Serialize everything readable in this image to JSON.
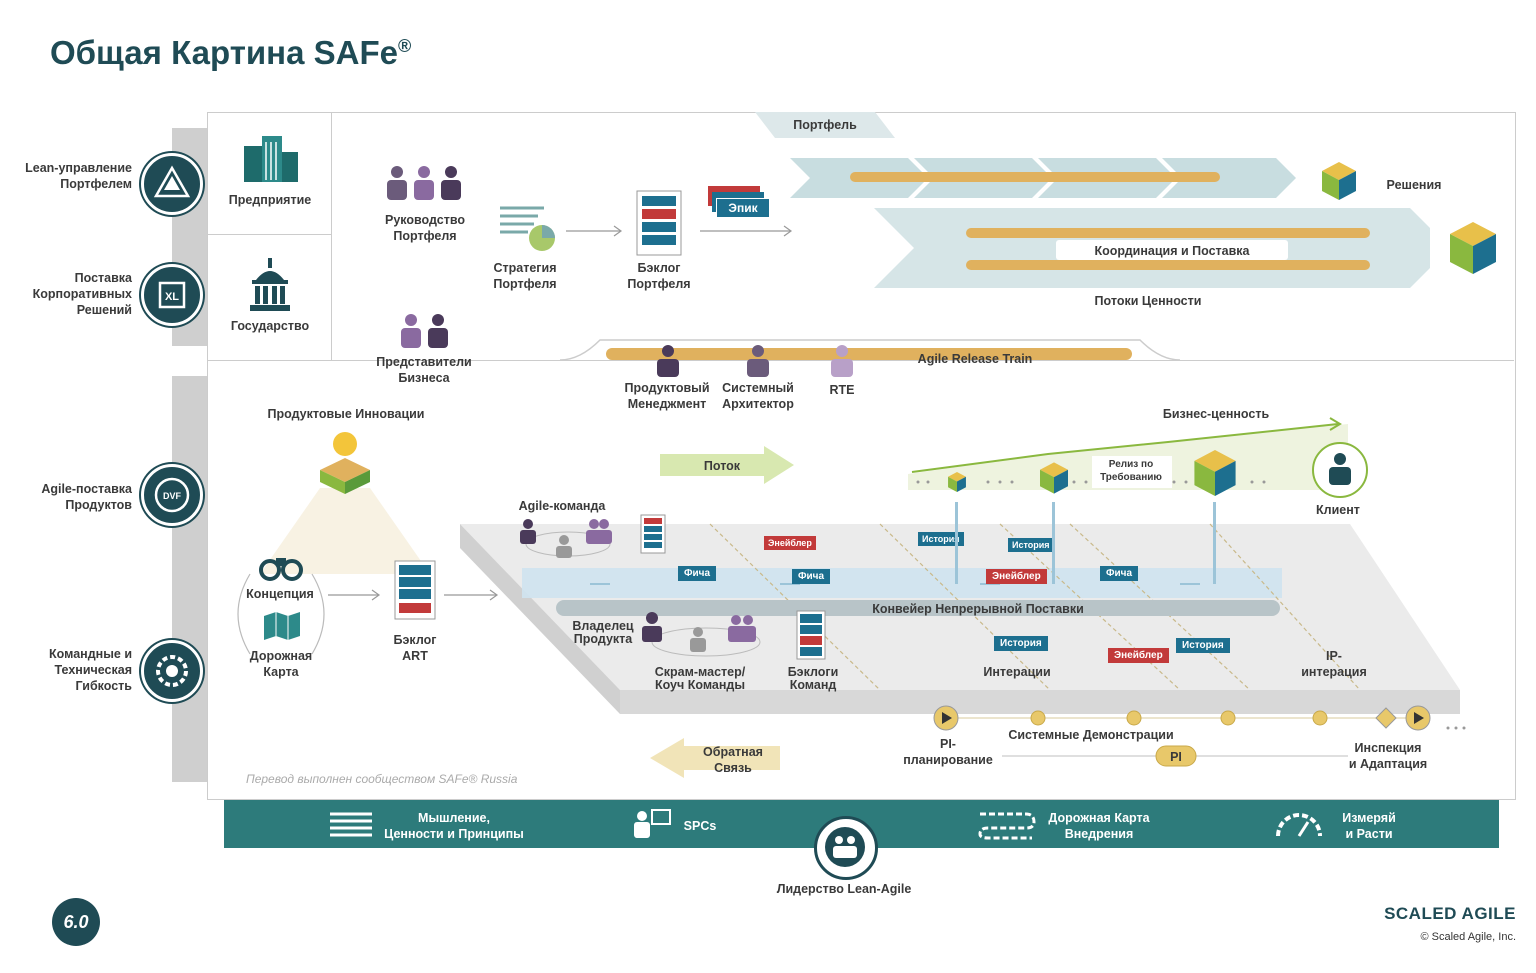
{
  "title": "Общая Картина SAFe",
  "title_sup": "®",
  "left_labels": {
    "lean_portfolio": "Lean-управление\nПортфелем",
    "enterprise_solution": "Поставка\nКорпоративных\nРешений",
    "agile_product": "Agile-поставка\nПродуктов",
    "team_tech": "Командные и\nТехническая\nГибкость"
  },
  "portfolio": {
    "banner": "Портфель",
    "enterprise": "Предприятие",
    "government": "Государство",
    "portfolio_mgmt": "Руководство\nПортфеля",
    "strategy": "Стратегия\nПортфеля",
    "backlog": "Бэклог\nПортфеля",
    "epic": "Эпик",
    "solutions": "Решения",
    "coordination": "Координация и Поставка",
    "value_streams": "Потоки Ценности",
    "business_owners": "Представители\nБизнеса"
  },
  "art": {
    "train": "Agile Release Train",
    "pm": "Продуктовый\nМенеджмент",
    "sa": "Системный\nАрхитектор",
    "rte": "RTE"
  },
  "delivery": {
    "innovation": "Продуктовые Инновации",
    "flow": "Поток",
    "business_value": "Бизнес-ценность",
    "release": "Релиз по\nТребованию",
    "customer": "Клиент",
    "concept": "Концепция",
    "roadmap": "Дорожная\nКарта",
    "art_backlog": "Бэклог\nART",
    "agile_team": "Agile-команда",
    "enabler": "Энейблер",
    "story": "История",
    "feature": "Фича",
    "pipeline": "Конвейер Непрерывной Поставки",
    "product_owner": "Владелец\nПродукта",
    "scrum_master": "Скрам-мастер/\nКоуч Команды",
    "team_backlogs": "Бэклоги\nКоманд",
    "iterations": "Интерации",
    "ip": "IP-\nинтерация",
    "pi_planning": "PI-\nпланирование",
    "system_demos": "Системные Демонстрации",
    "pi": "PI",
    "inspect": "Инспекция\nи Адаптация",
    "feedback": "Обратная\nСвязь",
    "translation": "Перевод выполнен сообществом SAFe® Russia"
  },
  "band": {
    "mindset": "Мышление,\nЦенности и Принципы",
    "spcs": "SPCs",
    "roadmap": "Дорожная Карта\nВнедрения",
    "measure": "Измеряй\nи Расти",
    "leadership": "Лидерство Lean-Agile"
  },
  "footer": {
    "version": "6.0",
    "brand": "SCALED AGILE",
    "copyright": "© Scaled Agile, Inc."
  },
  "colors": {
    "teal": "#1f4b55",
    "band": "#2d7b7b",
    "gold": "#e0b15e",
    "red": "#c23a3a",
    "blue": "#1d6f8f",
    "green": "#8ab83f"
  }
}
